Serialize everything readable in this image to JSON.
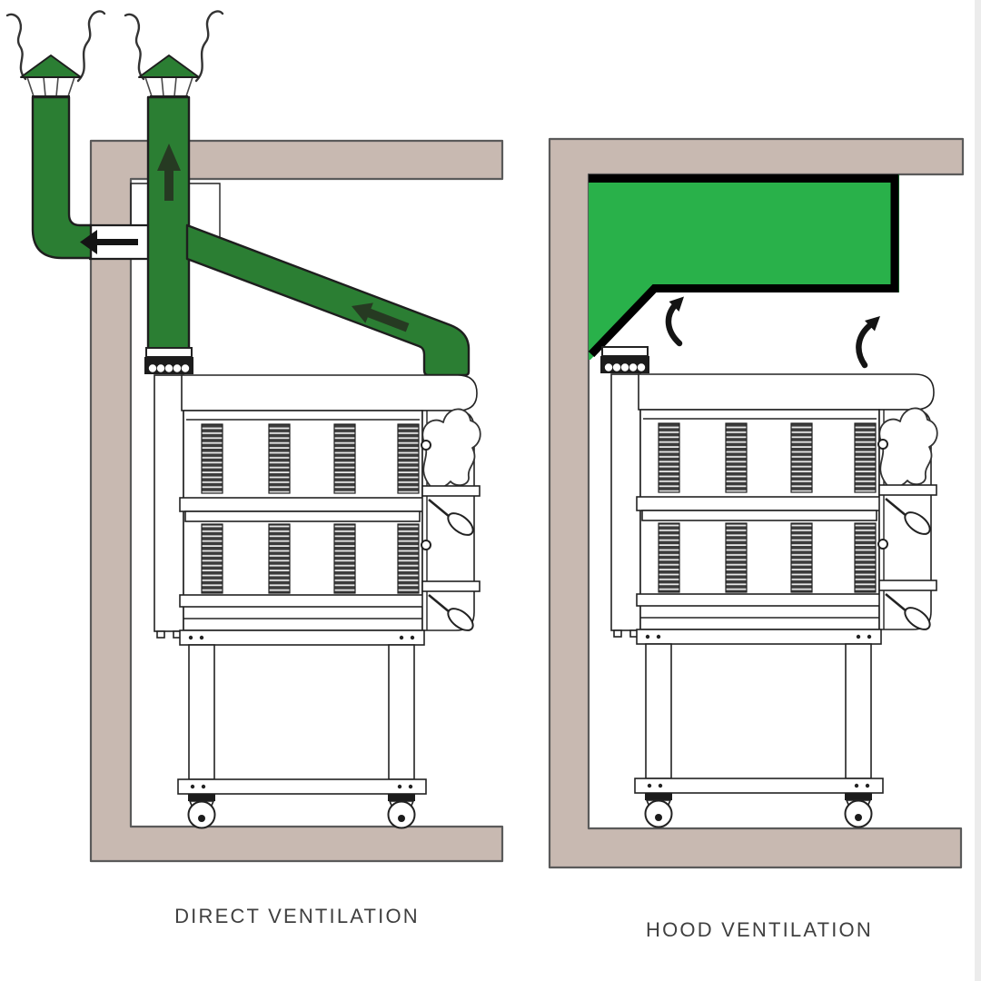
{
  "figure": {
    "type": "technical-illustration",
    "subject": "oven ventilation installation options",
    "diagrams": [
      {
        "id": "direct-ventilation",
        "label": "DIRECT VENTILATION",
        "parts": [
          "chimney-cap-left",
          "chimney-cap-right",
          "wall-elbow-duct",
          "vertical-roof-duct",
          "diagonal-duct",
          "deck-oven-on-casters",
          "flex-coupling",
          "wall-ceiling-floor"
        ]
      },
      {
        "id": "hood-ventilation",
        "label": "HOOD VENTILATION",
        "parts": [
          "extraction-hood",
          "hood-inlet-triangle",
          "rising-air-arrows",
          "deck-oven-on-casters",
          "flex-coupling",
          "wall-ceiling-floor"
        ]
      }
    ],
    "arrows": [
      {
        "diagram": "direct-ventilation",
        "name": "up-arrow-in-roof-duct",
        "direction": "up"
      },
      {
        "diagram": "direct-ventilation",
        "name": "left-arrow-through-wall-duct",
        "direction": "left"
      },
      {
        "diagram": "direct-ventilation",
        "name": "arrow-in-diagonal-duct",
        "direction": "up-left"
      },
      {
        "diagram": "hood-ventilation",
        "name": "curved-air-arrow-left",
        "direction": "up"
      },
      {
        "diagram": "hood-ventilation",
        "name": "curved-air-arrow-right",
        "direction": "up"
      }
    ]
  },
  "colors": {
    "bg": "#ffffff",
    "wall": "#c8b9b1",
    "wall_outline": "#5a5a5a",
    "duct_green": "#2b7e33",
    "hood_green": "#29b14a",
    "ink": "#1e1e1e",
    "oven_line": "#222222",
    "vent_dark": "#3c3c3c",
    "vent_light": "#e8e8e8",
    "arrow_dark": "#263a22",
    "arrow_black": "#141414",
    "smoke_line": "#333333",
    "label": "#3f3f3f"
  }
}
